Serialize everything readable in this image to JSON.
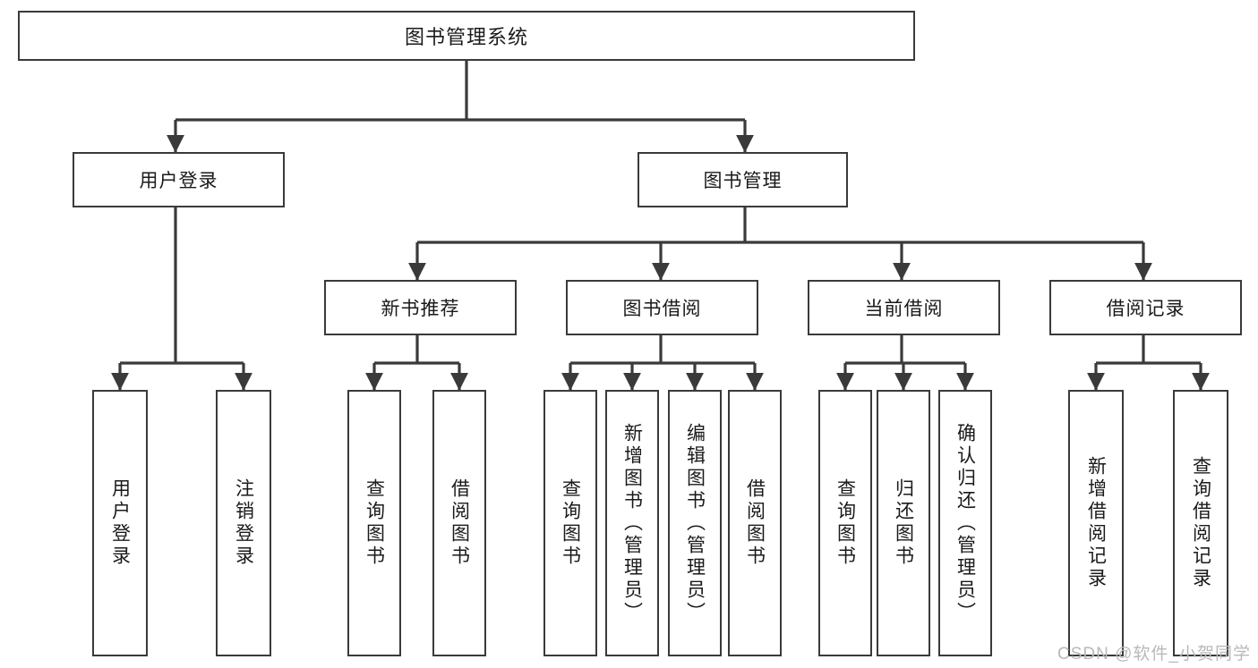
{
  "diagram": {
    "type": "tree-hierarchy-chart",
    "title": "图书管理系统",
    "colors": {
      "box_border": "#3a3a3a",
      "box_fill": "#ffffff",
      "connector": "#3a3a3a",
      "text": "#1a1a1a",
      "background": "#ffffff",
      "watermark": "#b9b9b9"
    },
    "root": {
      "label": "图书管理系统"
    },
    "level2": [
      {
        "label": "用户登录"
      },
      {
        "label": "图书管理"
      }
    ],
    "level3": [
      {
        "label": "新书推荐"
      },
      {
        "label": "图书借阅"
      },
      {
        "label": "当前借阅"
      },
      {
        "label": "借阅记录"
      }
    ],
    "leaves": {
      "user_login": [
        {
          "label": "用户登录"
        },
        {
          "label": "注销登录"
        }
      ],
      "new_book_recommend": [
        {
          "label": "查询图书"
        },
        {
          "label": "借阅图书"
        }
      ],
      "book_borrow": [
        {
          "label": "查询图书"
        },
        {
          "label": "新增图书（管理员）"
        },
        {
          "label": "编辑图书（管理员）"
        },
        {
          "label": "借阅图书"
        }
      ],
      "current_borrow": [
        {
          "label": "查询图书"
        },
        {
          "label": "归还图书"
        },
        {
          "label": "确认归还（管理员）"
        }
      ],
      "borrow_record": [
        {
          "label": "新增借阅记录"
        },
        {
          "label": "查询借阅记录"
        }
      ]
    },
    "watermark": "CSDN @软件_小贺同学"
  }
}
